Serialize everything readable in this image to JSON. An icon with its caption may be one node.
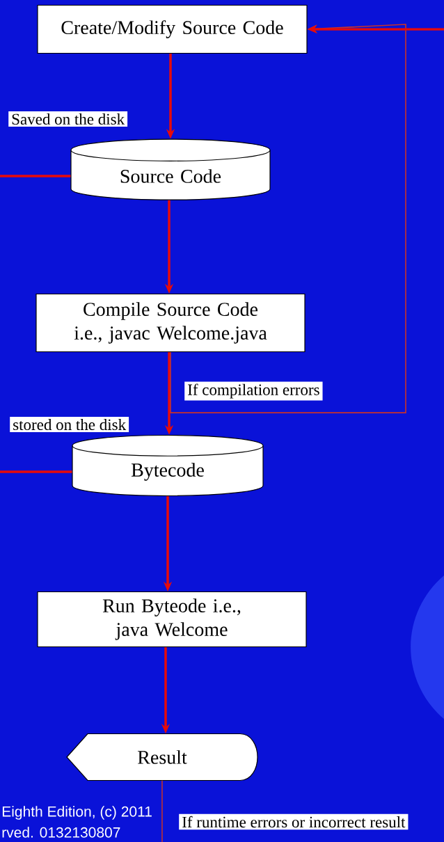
{
  "diagram": {
    "nodes": [
      {
        "text": [
          "Create/Modify Source Code"
        ]
      },
      {
        "text": [
          "Source Code"
        ]
      },
      {
        "text": [
          "Compile Source Code i.e., javac Welcome.java"
        ]
      },
      {
        "text": [
          "Bytecode"
        ]
      },
      {
        "text": [
          "Run Byteode i.e., java Welcome"
        ]
      },
      {
        "text": [
          "Result"
        ]
      }
    ],
    "edges": [
      {
        "from": 0,
        "to": 1,
        "arrow": "to",
        "label": "Saved on the disk"
      },
      {
        "from": 1,
        "to": 2,
        "arrow": "to"
      },
      {
        "from": 2,
        "to": 3,
        "arrow": "to",
        "label": "stored on the disk"
      },
      {
        "from": 3,
        "to": 4,
        "arrow": "to"
      },
      {
        "from": 4,
        "to": 5,
        "arrow": "to"
      },
      {
        "from": 2,
        "to": 0,
        "arrow": "to",
        "color": "#c8322a",
        "label": "If compilation errors"
      },
      {
        "from": 5,
        "to": null,
        "arrow": "none",
        "color": "#c8322a",
        "label": "If runtime errors or incorrect result"
      },
      {
        "from": null,
        "to": 0,
        "arrow": "to"
      },
      {
        "from": 1,
        "to": null,
        "arrow": "none"
      },
      {
        "from": 3,
        "to": null,
        "arrow": "none"
      }
    ],
    "labels": [
      "Eighth Edition, (c) 2011",
      "rved. 0132130807"
    ]
  }
}
